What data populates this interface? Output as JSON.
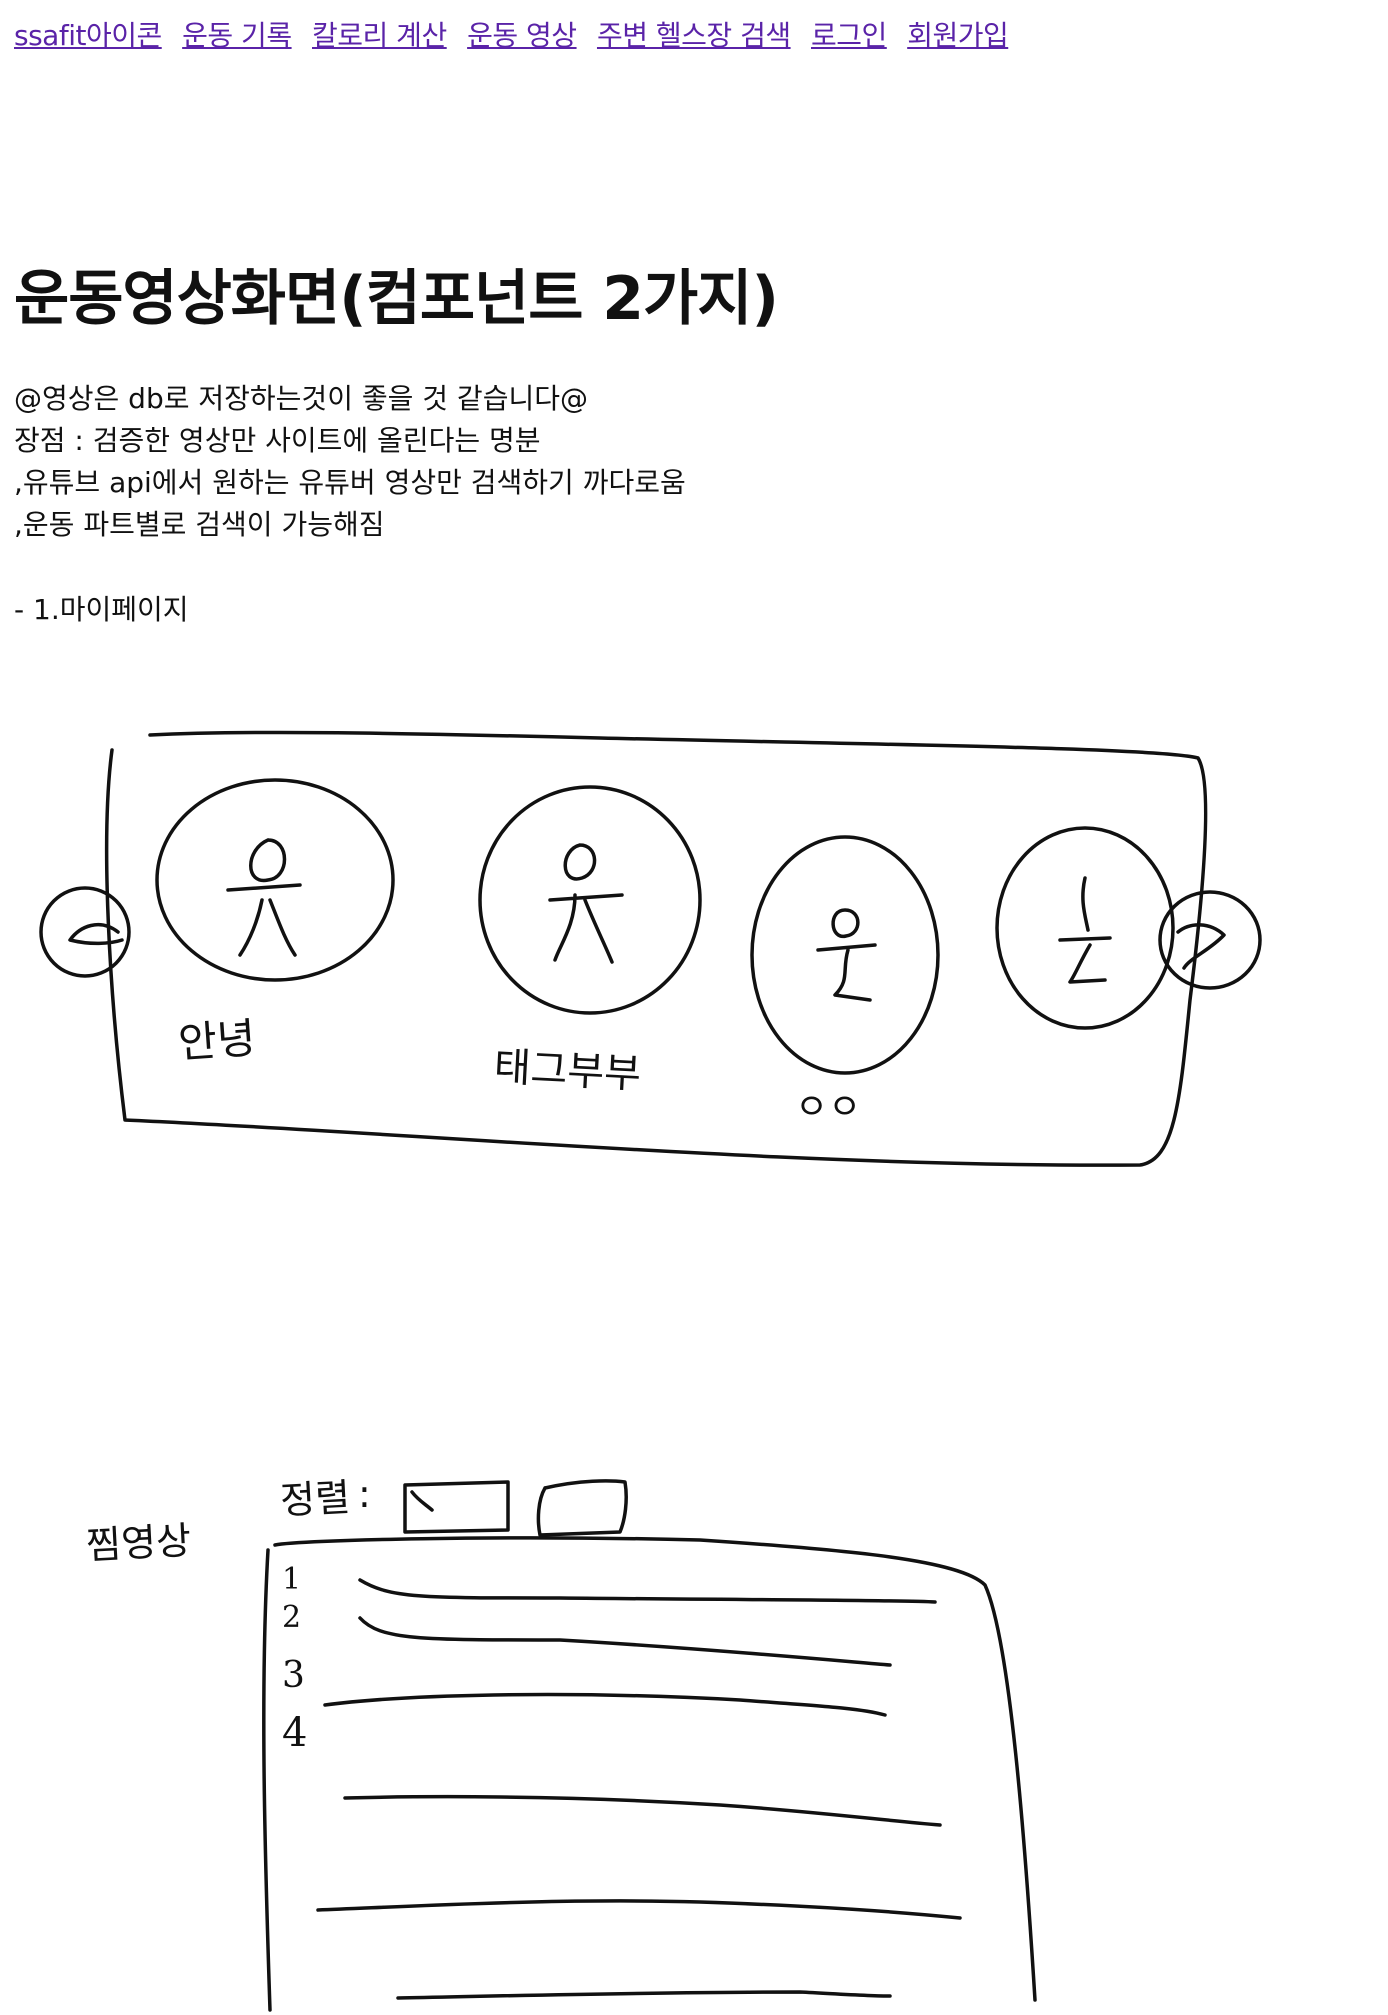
{
  "nav": {
    "logo": "ssafit아이콘",
    "items": [
      "운동 기록",
      "칼로리 계산",
      "운동 영상",
      "주변 헬스장 검색",
      "로그인",
      "회원가입"
    ]
  },
  "title": "운동영상화면(컴포넌트 2가지)",
  "notes": [
    "@영상은 db로 저장하는것이 좋을 것 같습니다@",
    "장점 : 검증한 영상만 사이트에 올린다는 명분",
    ",유튜브 api에서 원하는 유튜버 영상만 검색하기 까다로움",
    ",운동 파트별로 검색이 가능해짐"
  ],
  "bullet": "- 1.마이페이지",
  "sketch1": {
    "labels": [
      "안녕",
      "태그부부",
      "ㅇㅇ"
    ]
  },
  "sketch2": {
    "side_label": "정렬",
    "left_label": "찜영상",
    "row_numbers": [
      "1",
      "2",
      "3",
      "4"
    ]
  },
  "colors": {
    "link": "#5a23a8",
    "ink": "#111111"
  }
}
